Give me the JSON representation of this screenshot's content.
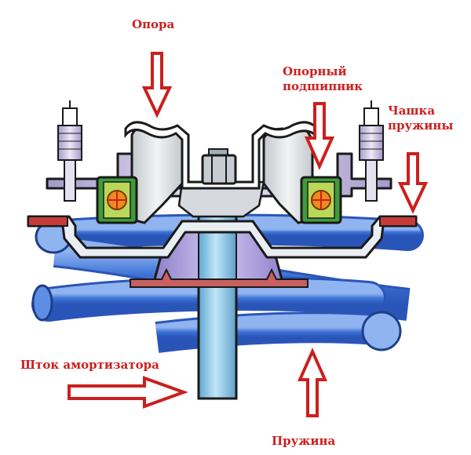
{
  "labels": {
    "support": "Опора",
    "bearing": "Опорный\nподшипник",
    "spring_cup": "Чашка\nпружины",
    "rod": "Шток амортизатора",
    "spring": "Пружина"
  },
  "colors": {
    "arrow": "#cc1f1f",
    "label": "#cc1f1f",
    "spring": "#3d72d6",
    "rod": "#8ac7e6",
    "bumper": "#b2a6de",
    "support_body": "#dfe3e6",
    "bearing_green": "#3e9c3a",
    "bearing_ball": "#ec8c1e",
    "bolt": "#cfc8e6",
    "plate": "#aecde8",
    "cup_rim": "#c73a3a"
  }
}
